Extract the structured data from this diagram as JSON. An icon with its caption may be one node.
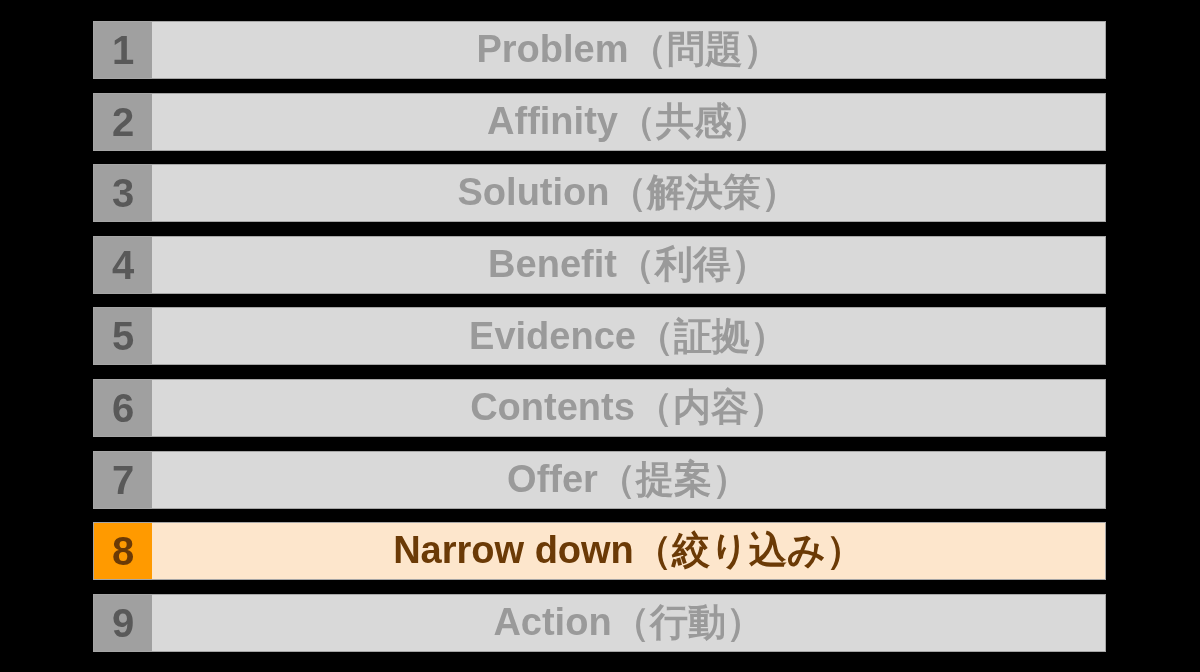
{
  "diagram": {
    "nodes": [
      {
        "text": [
          "1",
          "Problem（問題）"
        ]
      },
      {
        "text": [
          "2",
          "Affinity（共感）"
        ]
      },
      {
        "text": [
          "3",
          "Solution（解決策）"
        ]
      },
      {
        "text": [
          "4",
          "Benefit（利得）"
        ]
      },
      {
        "text": [
          "5",
          "Evidence（証拠）"
        ]
      },
      {
        "text": [
          "6",
          "Contents（内容）"
        ]
      },
      {
        "text": [
          "7",
          "Offer（提案）"
        ]
      },
      {
        "text": [
          "8",
          "Narrow down（絞り込み）"
        ]
      },
      {
        "text": [
          "9",
          "Action（行動）"
        ]
      }
    ],
    "edges": []
  }
}
